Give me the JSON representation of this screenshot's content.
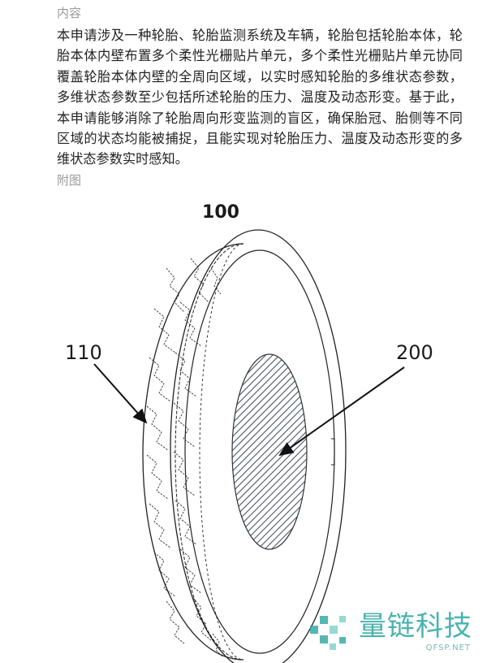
{
  "sections": {
    "content_heading": "内容",
    "figure_heading": "附图"
  },
  "abstract": "本申请涉及一种轮胎、轮胎监测系统及车辆，轮胎包括轮胎本体，轮胎本体内壁布置多个柔性光栅贴片单元，多个柔性光栅贴片单元协同覆盖轮胎本体内壁的全周向区域，以实时感知轮胎的多维状态参数，多维状态参数至少包括所述轮胎的压力、温度及动态形变。基于此，本申请能够消除了轮胎周向形变监测的盲区，确保胎冠、胎侧等不同区域的状态均能被捕捉，且能实现对轮胎压力、温度及动态形变的多维状态参数实时感知。",
  "figure": {
    "main_label": "100",
    "tire_label": "110",
    "sensor_label": "200"
  },
  "watermark": {
    "name": "量链科技",
    "url": "QFSP.NET",
    "color": "#2aa6a0"
  }
}
